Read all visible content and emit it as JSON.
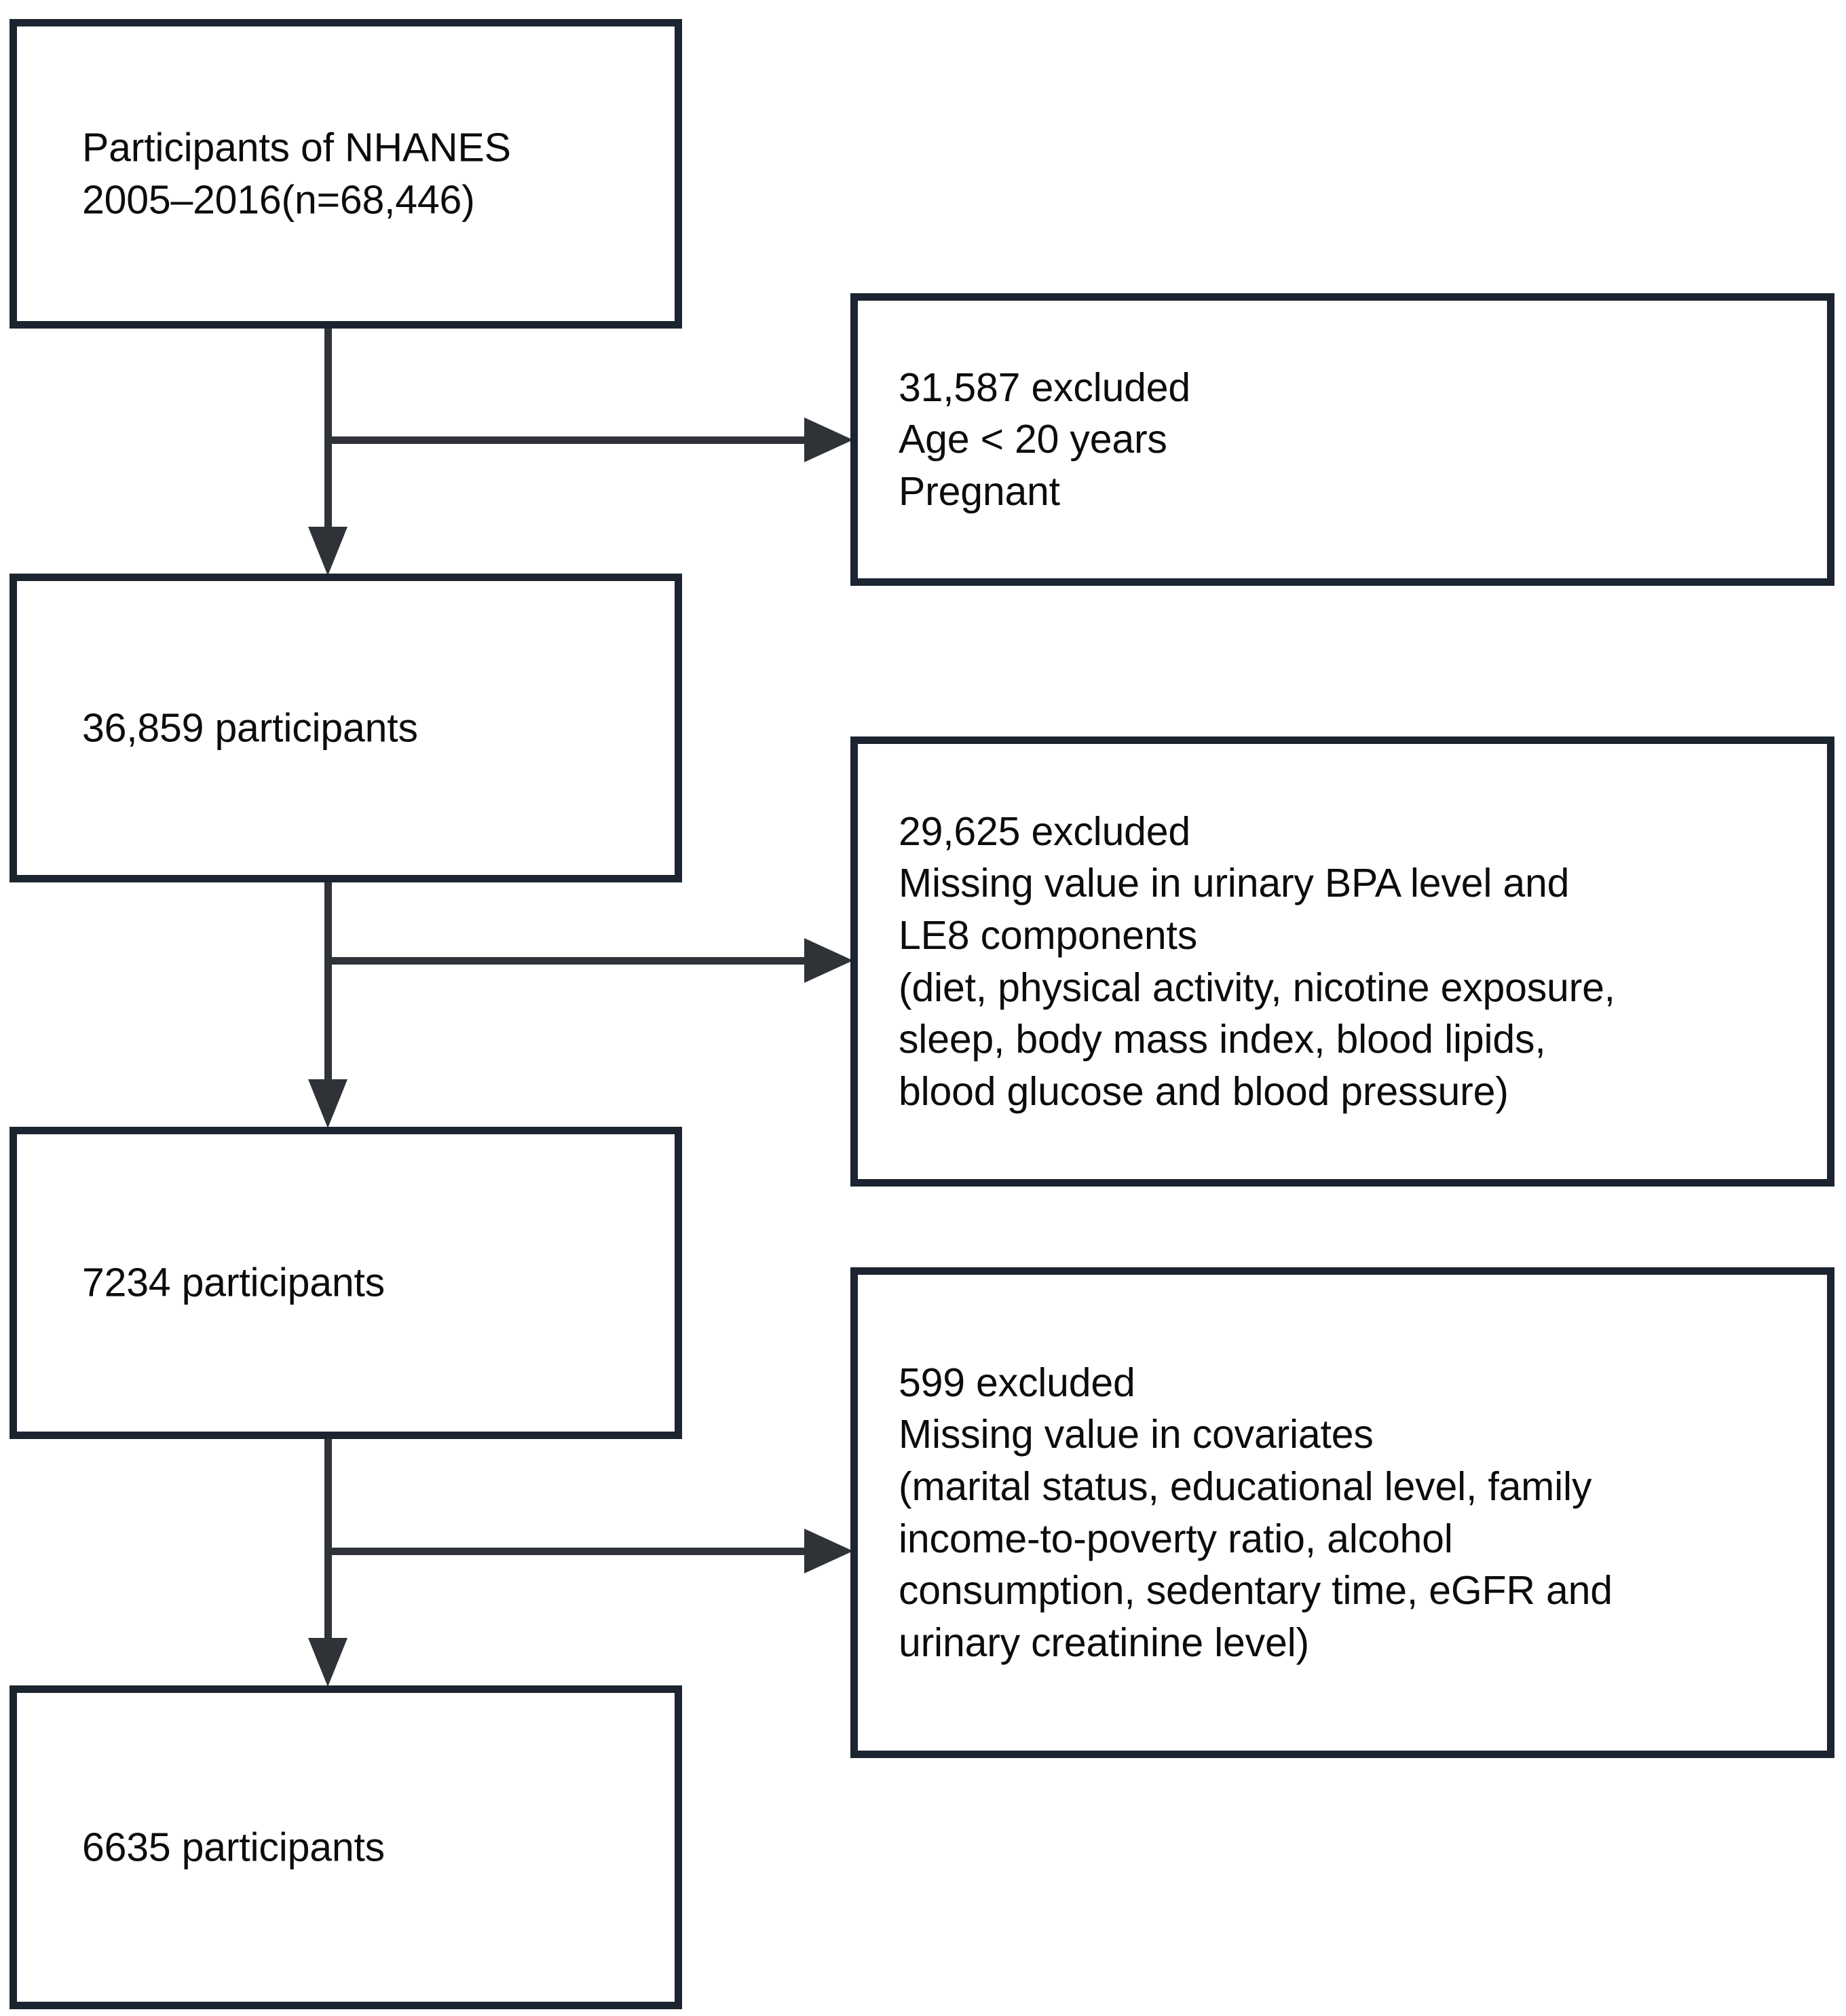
{
  "diagram": {
    "type": "flowchart",
    "title": "NHANES participant selection flow",
    "colors": {
      "box_border": "#1b2430",
      "connector": "#2f3337",
      "text": "#0c0c0c",
      "background": "#ffffff"
    },
    "flow_boxes": [
      {
        "id": "cohort-source",
        "text": "Participants of NHANES\n2005–2016(n=68,446)",
        "count": 68446
      },
      {
        "id": "cohort-after-age-pregnancy",
        "text": "36,859 participants",
        "count": 36859
      },
      {
        "id": "cohort-after-bpa-le8",
        "text": "7234 participants",
        "count": 7234
      },
      {
        "id": "cohort-final",
        "text": "6635 participants",
        "count": 6635
      }
    ],
    "exclusion_boxes": [
      {
        "id": "exclusion-age-pregnancy",
        "excluded": 31587,
        "text": "31,587 excluded\nAge < 20 years\nPregnant"
      },
      {
        "id": "exclusion-missing-bpa-le8",
        "excluded": 29625,
        "text": "29,625 excluded\nMissing value in urinary BPA level and\nLE8 components\n(diet, physical activity, nicotine exposure,\nsleep, body mass index, blood lipids,\nblood glucose and blood pressure)"
      },
      {
        "id": "exclusion-missing-covariates",
        "excluded": 599,
        "text": "599 excluded\nMissing value in covariates\n(marital status, educational  level, family\nincome-to-poverty ratio, alcohol\nconsumption, sedentary time, eGFR and\nurinary creatinine level)"
      }
    ]
  }
}
